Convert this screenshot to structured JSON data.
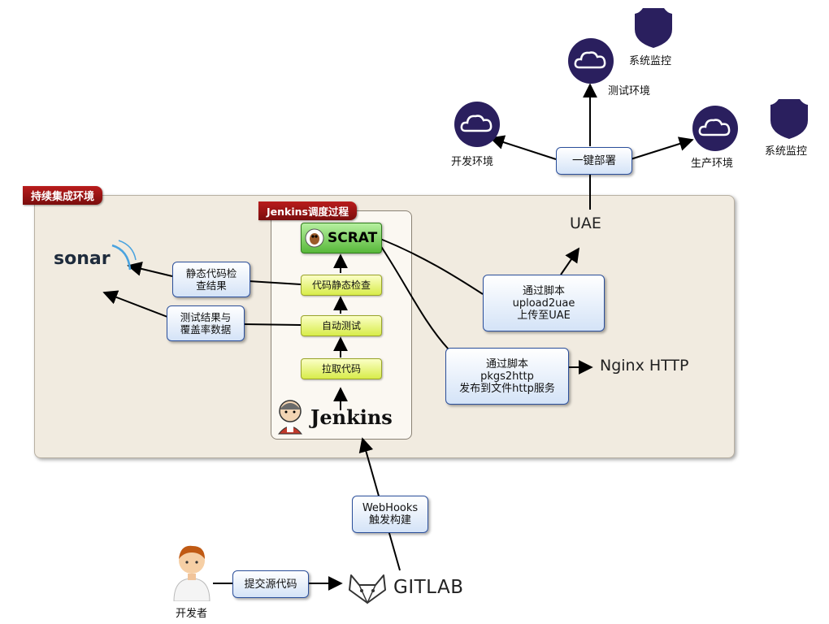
{
  "ci_env": {
    "label": "持续集成环境"
  },
  "jenkins_process": {
    "label": "Jenkins调度过程",
    "scrat": "SCRAT",
    "steps": [
      "代码静态检查",
      "自动测试",
      "拉取代码"
    ],
    "jenkins_logo": "Jenkins"
  },
  "sonar": {
    "logo": "sonar"
  },
  "feeds": {
    "static_check": "静态代码检\n查结果",
    "test_coverage": "测试结果与\n覆盖率数据"
  },
  "uae": {
    "label": "UAE",
    "upload": "通过脚本\nupload2uae\n上传至UAE",
    "deploy": "一键部署",
    "envs": {
      "dev": "开发环境",
      "test": "测试环境",
      "prod": "生产环境"
    },
    "monitor": "系统监控"
  },
  "nginx": {
    "label": "Nginx HTTP",
    "publish": "通过脚本\npkgs2http\n发布到文件http服务"
  },
  "gitlab": {
    "logo": "GITLAB",
    "webhooks": "WebHooks\n触发构建",
    "commit": "提交源代码",
    "developer": "开发者"
  },
  "colors": {
    "cloud": "#2a1f5e",
    "shield": "#2a1f5e",
    "bubble_border": "#2b4f9b",
    "red_tag": "#a01414",
    "step": "#e4f06a",
    "scrat": "#6cc04a"
  }
}
